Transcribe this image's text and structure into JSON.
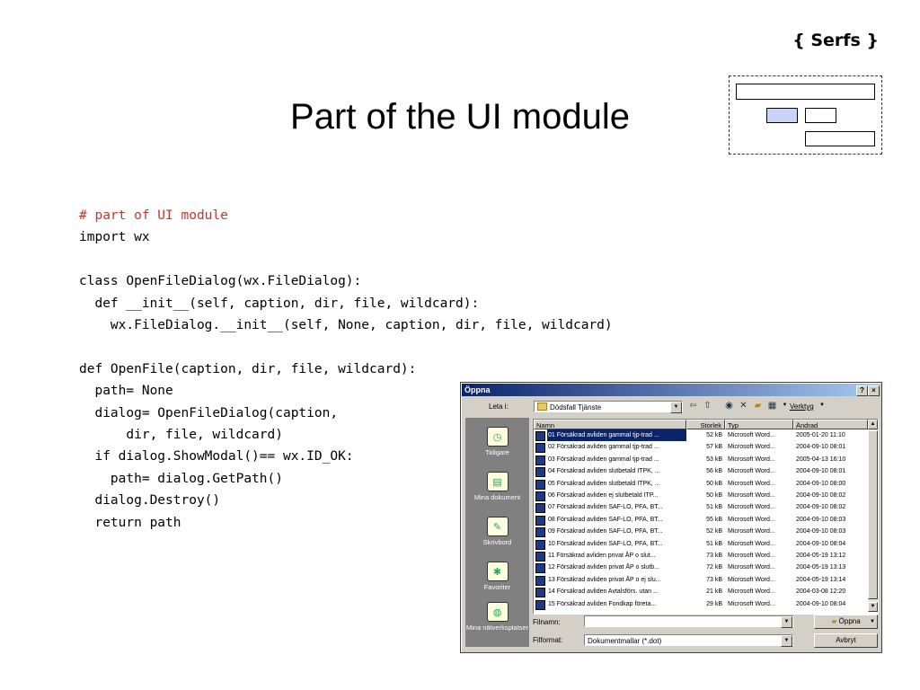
{
  "slide": {
    "brand": "{ Serfs }",
    "title": "Part of the UI module",
    "code_comment": "# part of UI module",
    "code_body": "import wx\n\nclass OpenFileDialog(wx.FileDialog):\n  def __init__(self, caption, dir, file, wildcard):\n    wx.FileDialog.__init__(self, None, caption, dir, file, wildcard)\n\ndef OpenFile(caption, dir, file, wildcard):\n  path= None\n  dialog= OpenFileDialog(caption,\n      dir, file, wildcard)\n  if dialog.ShowModal()== wx.ID_OK:\n    path= dialog.GetPath()\n  dialog.Destroy()\n  return path",
    "logo_fill_color": "#c8d4f8"
  },
  "dialog": {
    "title": "Öppna",
    "help_btn": "?",
    "close_btn": "×",
    "look_in_label": "Leta i:",
    "look_in_value": "Dödsfall Tjänste",
    "tools_label": "Verktyg",
    "places": [
      {
        "label": "Tidigare",
        "icon": "history-icon"
      },
      {
        "label": "Mina dokument",
        "icon": "my-documents-icon"
      },
      {
        "label": "Skrivbord",
        "icon": "desktop-icon"
      },
      {
        "label": "Favoriter",
        "icon": "favorites-icon"
      },
      {
        "label": "Mina nätverksplatser",
        "icon": "network-places-icon"
      }
    ],
    "columns": {
      "name": "Namn",
      "size": "Storlek",
      "type": "Typ",
      "modified": "Ändrad"
    },
    "files": [
      {
        "name": "01 Försäkrad avliden gammal tjp-trad ...",
        "size": "52 kB",
        "type": "Microsoft Word...",
        "modified": "2005-01-20 11:10"
      },
      {
        "name": "02 Försäkrad avliden gammal tjp-trad ...",
        "size": "57 kB",
        "type": "Microsoft Word...",
        "modified": "2004-09-10 08:01"
      },
      {
        "name": "03 Försäkrad avliden gammal tjp-trad ...",
        "size": "53 kB",
        "type": "Microsoft Word...",
        "modified": "2005-04-13 16:10"
      },
      {
        "name": "04 Försäkrad avliden slutbetald ITPK, ...",
        "size": "56 kB",
        "type": "Microsoft Word...",
        "modified": "2004-09-10 08:01"
      },
      {
        "name": "05 Försäkrad avliden slutbetald ITPK, ...",
        "size": "50 kB",
        "type": "Microsoft Word...",
        "modified": "2004-09-10 08:00"
      },
      {
        "name": "06 Försäkrad avliden ej slutbetald ITP...",
        "size": "50 kB",
        "type": "Microsoft Word...",
        "modified": "2004-09-10 08:02"
      },
      {
        "name": "07 Försäkrad avliden SAF-LO, PFA, BT...",
        "size": "51 kB",
        "type": "Microsoft Word...",
        "modified": "2004-09-10 08:02"
      },
      {
        "name": "08 Försäkrad avliden SAF-LO, PFA, BT...",
        "size": "55 kB",
        "type": "Microsoft Word...",
        "modified": "2004-09-10 08:03"
      },
      {
        "name": "09 Försäkrad avliden SAF-LO, PFA, BT...",
        "size": "52 kB",
        "type": "Microsoft Word...",
        "modified": "2004-09-10 08:03"
      },
      {
        "name": "10 Försäkrad avliden SAF-LO, PFA, BT...",
        "size": "51 kB",
        "type": "Microsoft Word...",
        "modified": "2004-09-10 08:04"
      },
      {
        "name": "11 Försäkrad avliden privat ÅP o slut...",
        "size": "73 kB",
        "type": "Microsoft Word...",
        "modified": "2004-05-19 13:12"
      },
      {
        "name": "12 Försäkrad avliden privat ÅP o slutb...",
        "size": "72 kB",
        "type": "Microsoft Word...",
        "modified": "2004-05-19 13:13"
      },
      {
        "name": "13 Försäkrad avliden privat ÅP o ej slu...",
        "size": "73 kB",
        "type": "Microsoft Word...",
        "modified": "2004-05-19 13:14"
      },
      {
        "name": "14 Försäkrad avliden Avtalsförs. utan ...",
        "size": "21 kB",
        "type": "Microsoft Word...",
        "modified": "2004-03-08 12:20"
      },
      {
        "name": "15 Försäkrad avliden Fondkap företa...",
        "size": "29 kB",
        "type": "Microsoft Word...",
        "modified": "2004-09-10 08:04"
      }
    ],
    "filename_label": "Filnamn:",
    "filename_value": "",
    "filetype_label": "Filformat:",
    "filetype_value": "Dokumentmallar (*.dot)",
    "open_btn": "Öppna",
    "cancel_btn": "Avbryt"
  }
}
